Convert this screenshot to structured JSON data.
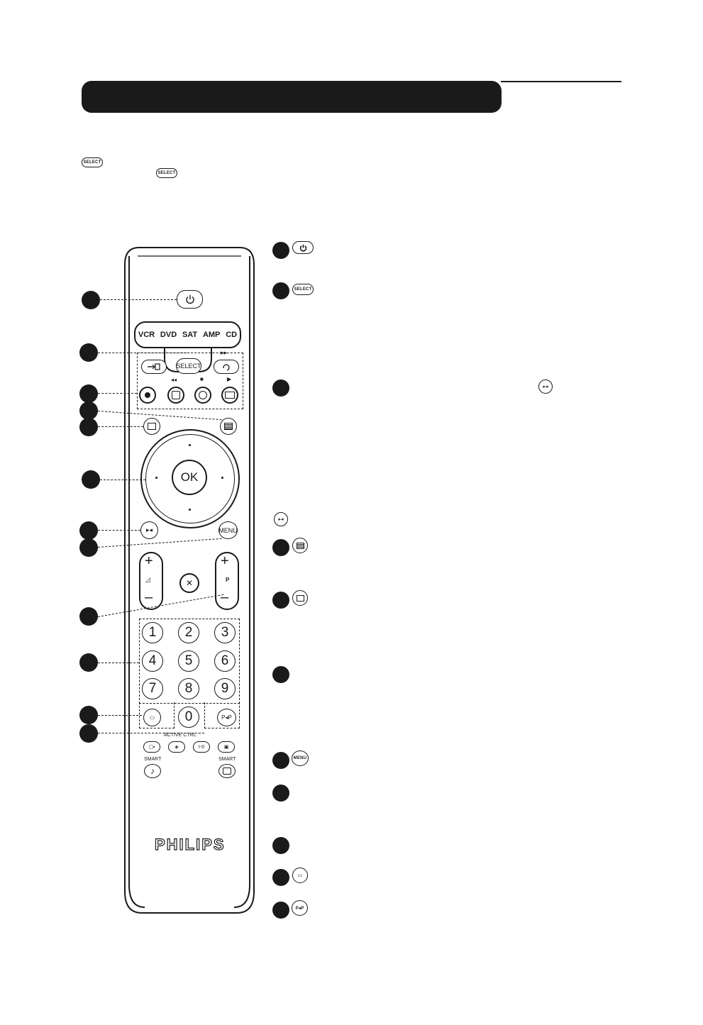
{
  "header": {
    "title": ""
  },
  "intro": {
    "select_icon_1": "SELECT",
    "select_icon_2": "SELECT"
  },
  "remote": {
    "brand": "PHILIPS",
    "power_icon": "power-icon",
    "sources": [
      "VCR",
      "DVD",
      "SAT",
      "AMP",
      "CD"
    ],
    "select_label": "SELECT",
    "ok_label": "OK",
    "menu_label": "MENU",
    "p_label": "P",
    "plus_sign": "+",
    "minus_sign": "–",
    "digits": [
      "1",
      "2",
      "3",
      "4",
      "5",
      "6",
      "7",
      "8",
      "9",
      "0"
    ],
    "pip_label": "P◂P",
    "active_ctrl_label": "ACTIVE CTRL",
    "smart_label_left": "SMART",
    "smart_label_right": "SMART",
    "i_ii_label": "I-II",
    "note_glyph": "♪"
  },
  "legend": {
    "power_icon": "power-icon",
    "select_label": "SELECT",
    "menu_label": "MENU",
    "pip_label": "P◂P"
  },
  "colors": {
    "ink": "#1a1a1a",
    "paper": "#ffffff"
  }
}
